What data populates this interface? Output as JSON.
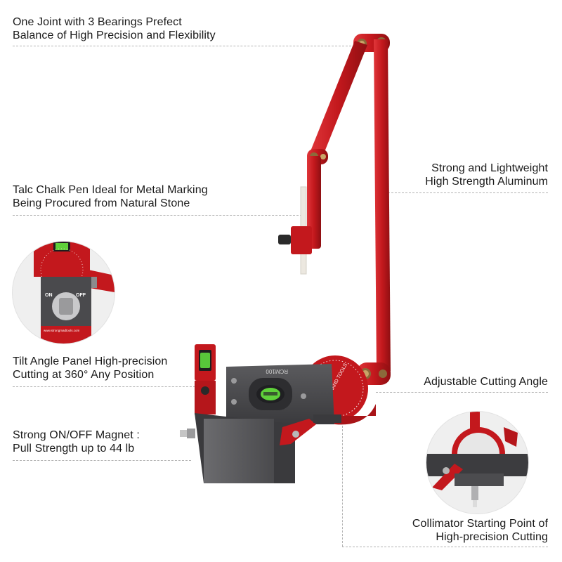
{
  "callouts": {
    "joint": [
      "One Joint with 3 Bearings Prefect",
      "Balance of High Precision and Flexibility"
    ],
    "chalk": [
      "Talc Chalk Pen Ideal for Metal Marking",
      "Being Procured from Natural Stone"
    ],
    "aluminum": [
      "Strong and Lightweight",
      "High Strength Aluminum"
    ],
    "tilt": [
      "Tilt Angle Panel High-precision",
      "Cutting at 360° Any Position"
    ],
    "angle": [
      "Adjustable Cutting Angle"
    ],
    "magnet": [
      "Strong ON/OFF Magnet :",
      "Pull Strength up to 44 lb"
    ],
    "collimator": [
      "Collimator Starting Point of",
      "High-precision Cutting"
    ]
  },
  "inset": {
    "on_label": "ON",
    "off_label": "OFF",
    "url": "www.strongmadtools.com"
  },
  "product": {
    "model": "RCM100",
    "brand": "STRONG HAND TOOLS"
  },
  "colors": {
    "accent": "#c3181d",
    "accent_dark": "#8e0f12",
    "body_dark": "#4a4a4d",
    "level_green": "#5fd13a"
  }
}
